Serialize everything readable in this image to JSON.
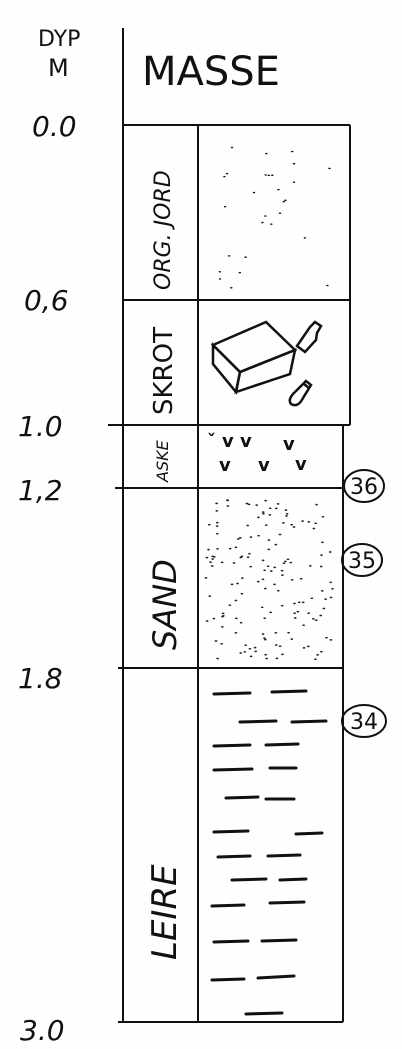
{
  "header": {
    "depth_label": "DYP",
    "unit": "M",
    "column_title": "MASSE"
  },
  "depth_marks": [
    "0.0",
    "0,6",
    "1.0",
    "1,2",
    "1.8",
    "3.0"
  ],
  "layers": [
    {
      "name": "ORG. JORD",
      "from": 0.0,
      "to": 0.6,
      "pattern": "sparse-dots"
    },
    {
      "name": "SKROT",
      "from": 0.6,
      "to": 1.0,
      "pattern": "debris"
    },
    {
      "name": "ASKE",
      "from": 1.0,
      "to": 1.2,
      "pattern": "v-marks"
    },
    {
      "name": "SAND",
      "from": 1.2,
      "to": 1.8,
      "pattern": "dense-dots"
    },
    {
      "name": "LEIRE",
      "from": 1.8,
      "to": 3.0,
      "pattern": "dashes"
    }
  ],
  "samples": [
    {
      "label": "36",
      "depth": 1.2
    },
    {
      "label": "35",
      "depth": 1.4
    },
    {
      "label": "34",
      "depth": 1.98
    }
  ],
  "colors": {
    "ink": "#111111",
    "paper": "#fefefe"
  }
}
